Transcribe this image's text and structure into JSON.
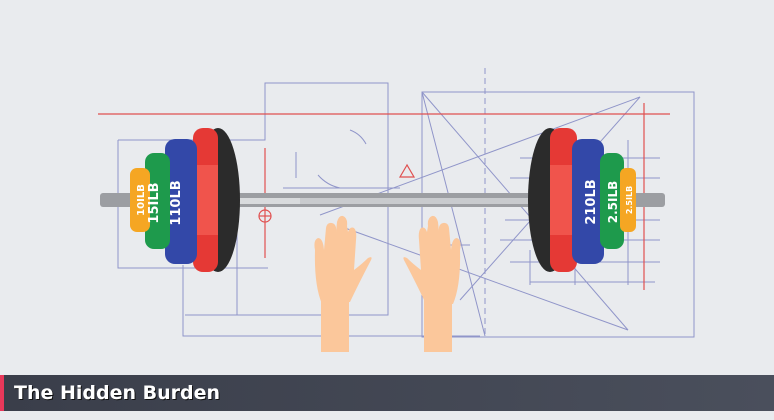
{
  "caption": {
    "title": "The Hidden Burden",
    "accent_color": "#e8385a",
    "background": "#3f4350"
  },
  "illustration": {
    "subject": "barbell with weight plates and two open hands beneath it",
    "left_plates": [
      {
        "label": "10ILB",
        "color": "#f5a623"
      },
      {
        "label": "15ILB",
        "color": "#1e9a4c"
      },
      {
        "label": "110LB",
        "color": "#3348a8"
      },
      {
        "label": "",
        "color": "#e53935"
      }
    ],
    "right_plates": [
      {
        "label": "",
        "color": "#e53935"
      },
      {
        "label": "210LB",
        "color": "#3348a8"
      },
      {
        "label": "2.5ILB",
        "color": "#1e9a4c"
      },
      {
        "label": "2.5ILB",
        "color": "#f5a623"
      }
    ],
    "colors": {
      "background": "#e9ebee",
      "line_blue": "#7a80c0",
      "line_red": "#e05050",
      "bar": "#a9abaf",
      "skin": "#fbc79b",
      "collar": "#2b2b2b"
    }
  }
}
